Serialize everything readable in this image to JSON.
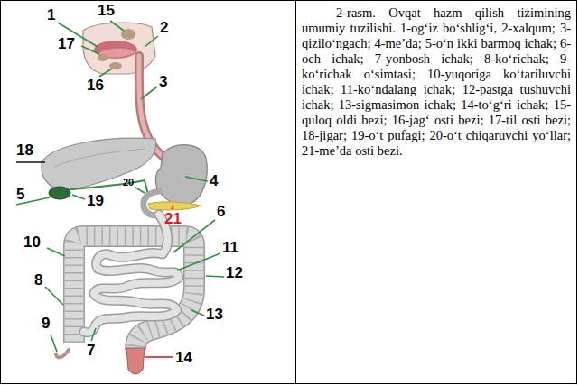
{
  "diagram": {
    "caption": "2-rasm. Ovqat hazm qilish tizimining umumiy tuzilishi. 1-og‘iz bo‘shlig‘i, 2-xalqum; 3-qizilo‘ngach; 4-me’da; 5-o‘n ikki barmoq ichak; 6-och ichak; 7-yonbosh ichak; 8-ko‘richak; 9-ko‘richak o‘simtasi; 10-yuqoriga ko‘tariluvchi ichak; 11-ko‘ndalang ichak; 12-pastga tushuvchi ichak; 13-sigmasimon ichak; 14-to‘g‘ri ichak; 15-quloq oldi bezi; 16-jag‘ osti bezi; 17-til osti bezi; 18-jigar; 19-o‘t pufagi; 20-o‘t chiqaruvchi yo‘llar; 21-me’da osti bezi.",
    "labels": [
      "15",
      "1",
      "2",
      "17",
      "16",
      "3",
      "18",
      "4",
      "20",
      "5",
      "19",
      "21",
      "6",
      "10",
      "11",
      "12",
      "8",
      "13",
      "9",
      "7",
      "14"
    ]
  }
}
